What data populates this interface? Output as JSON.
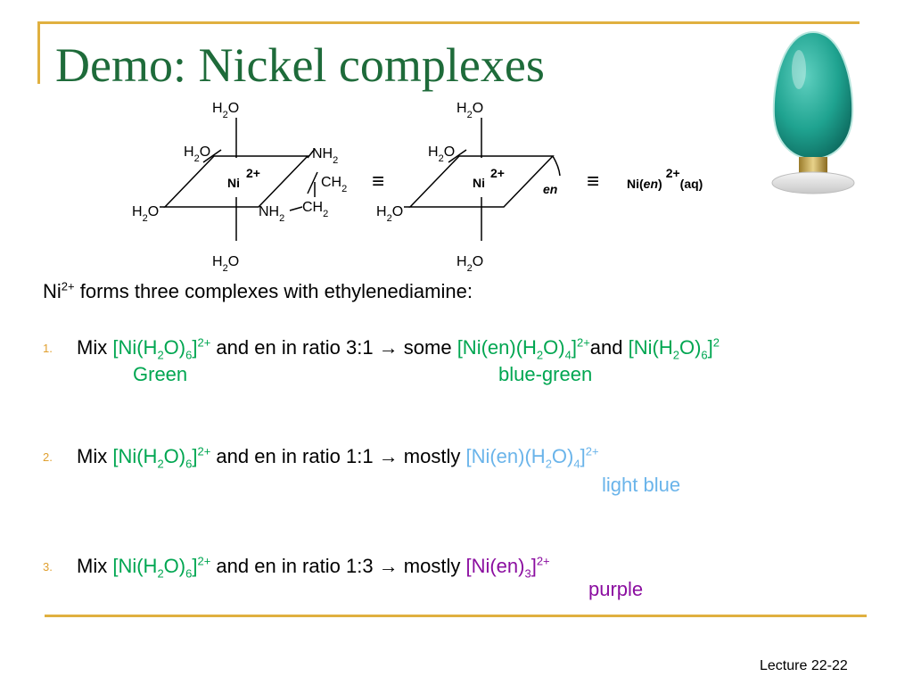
{
  "slide": {
    "title": "Demo: Nickel complexes",
    "intro": {
      "ion": "Ni",
      "charge": "2+",
      "text": " forms three complexes with ethylenediamine:"
    },
    "items": [
      {
        "num": "1.",
        "mix": "Mix ",
        "and_en": " and en in ratio 3:1 →   some ",
        "and_word": "and ",
        "trailing_charge": "2",
        "caption_a": "Green",
        "caption_b": "blue-green"
      },
      {
        "num": "2.",
        "mix": "Mix ",
        "and_en": " and en in ratio 1:1 → mostly  ",
        "caption": "light blue"
      },
      {
        "num": "3.",
        "mix": "Mix ",
        "and_en": " and en in ratio 1:3 → mostly  ",
        "caption": "purple"
      }
    ],
    "formulas": {
      "ni_h2o6": {
        "lead": "[Ni(H",
        "sub1": "2",
        "mid": "O)",
        "sub2": "6",
        "tail": "]",
        "charge": "2+"
      },
      "ni_en_h2o4": {
        "lead": "[Ni(en)(H",
        "sub1": "2",
        "mid": "O)",
        "sub2": "4",
        "tail": "]",
        "charge": "2+"
      },
      "ni_en3": {
        "lead": "[Ni(en)",
        "sub1": "3",
        "tail": "]",
        "charge": "2+"
      }
    },
    "footer": "Lecture 22-22"
  },
  "diagram": {
    "h": "H",
    "two": "2",
    "o": "O",
    "ni": "Ni",
    "charge": "2+",
    "nh": "NH",
    "ch": "CH",
    "en": "en",
    "equiv": "≡",
    "formula_lead": "Ni(",
    "formula_en": "en",
    "formula_close": ")",
    "formula_charge": "2+",
    "formula_state": "(aq)"
  },
  "colors": {
    "title": "#1e6b3a",
    "frame": "#e0b040",
    "green": "#00a651",
    "light_blue": "#6ab4ea",
    "purple": "#8b0ea0",
    "bottle_crystals": "#1fa390"
  }
}
